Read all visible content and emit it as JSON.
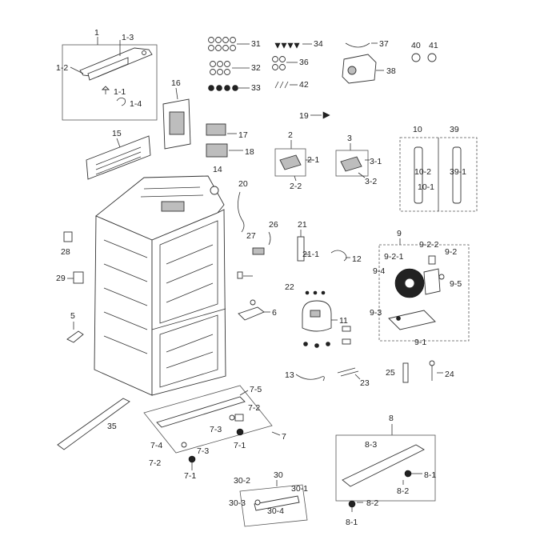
{
  "labels": {
    "l1": "1",
    "l1_3": "1-3",
    "l1_2": "1-2",
    "l1_1": "1-1",
    "l1_4": "1-4",
    "l2": "2",
    "l2_1": "2-1",
    "l2_2": "2-2",
    "l3": "3",
    "l3_1": "3-1",
    "l3_2": "3-2",
    "l5": "5",
    "l6": "6",
    "l7": "7",
    "l7_1a": "7-1",
    "l7_1b": "7-1",
    "l7_2a": "7-2",
    "l7_2b": "7-2",
    "l7_3a": "7-3",
    "l7_3b": "7-3",
    "l7_4": "7-4",
    "l7_5": "7-5",
    "l8": "8",
    "l8_1a": "8-1",
    "l8_1b": "8-1",
    "l8_2a": "8-2",
    "l8_2b": "8-2",
    "l8_3": "8-3",
    "l9": "9",
    "l9_1": "9-1",
    "l9_2": "9-2",
    "l9_2_1": "9-2-1",
    "l9_2_2": "9-2-2",
    "l9_3": "9-3",
    "l9_4": "9-4",
    "l9_5": "9-5",
    "l10": "10",
    "l10_1": "10-1",
    "l10_2": "10-2",
    "l11": "11",
    "l12": "12",
    "l13": "13",
    "l14": "14",
    "l15": "15",
    "l16": "16",
    "l17": "17",
    "l18": "18",
    "l19": "19",
    "l20": "20",
    "l21": "21",
    "l21_1": "21-1",
    "l22": "22",
    "l23": "23",
    "l24": "24",
    "l25": "25",
    "l26": "26",
    "l27": "27",
    "l28": "28",
    "l29": "29",
    "l30": "30",
    "l30_1": "30-1",
    "l30_2": "30-2",
    "l30_3": "30-3",
    "l30_4": "30-4",
    "l31": "31",
    "l32": "32",
    "l33": "33",
    "l34": "34",
    "l35": "35",
    "l36": "36",
    "l37": "37",
    "l38": "38",
    "l39": "39",
    "l39_1": "39-1",
    "l40": "40",
    "l41": "41",
    "l42": "42"
  }
}
